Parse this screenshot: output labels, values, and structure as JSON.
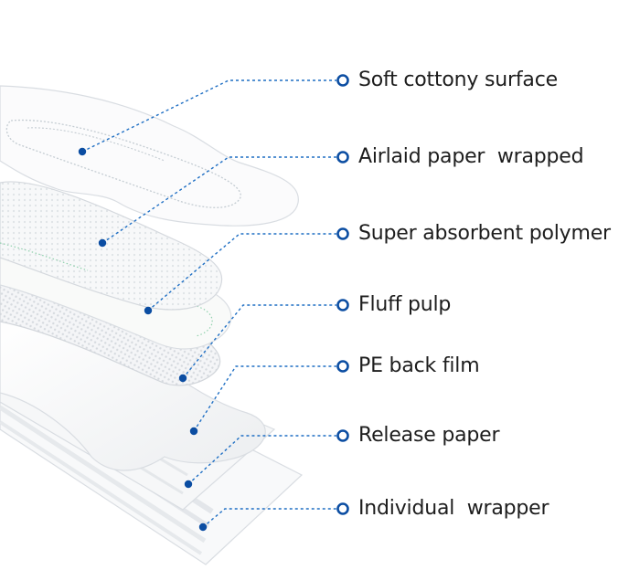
{
  "layers": [
    {
      "id": "soft-cottony-surface",
      "label": "Soft cottony surface"
    },
    {
      "id": "airlaid-paper-wrapped",
      "label": "Airlaid paper  wrapped"
    },
    {
      "id": "super-absorbent-polymer",
      "label": "Super absorbent polymer"
    },
    {
      "id": "fluff-pulp",
      "label": "Fluff pulp"
    },
    {
      "id": "pe-back-film",
      "label": "PE back film"
    },
    {
      "id": "release-paper",
      "label": "Release paper"
    },
    {
      "id": "individual-wrapper",
      "label": "Individual  wrapper"
    }
  ],
  "colors": {
    "accent": "#1f6fc4",
    "dot": "#0b4da2",
    "layer_edge": "#d9dde2",
    "layer_fill": "#fbfbfc",
    "stitch": "#b8c6c2",
    "green_dots": "#7fc7a0"
  },
  "icons": {
    "label_marker": "ring-bullet-icon",
    "layer_point": "dot-marker-icon"
  }
}
